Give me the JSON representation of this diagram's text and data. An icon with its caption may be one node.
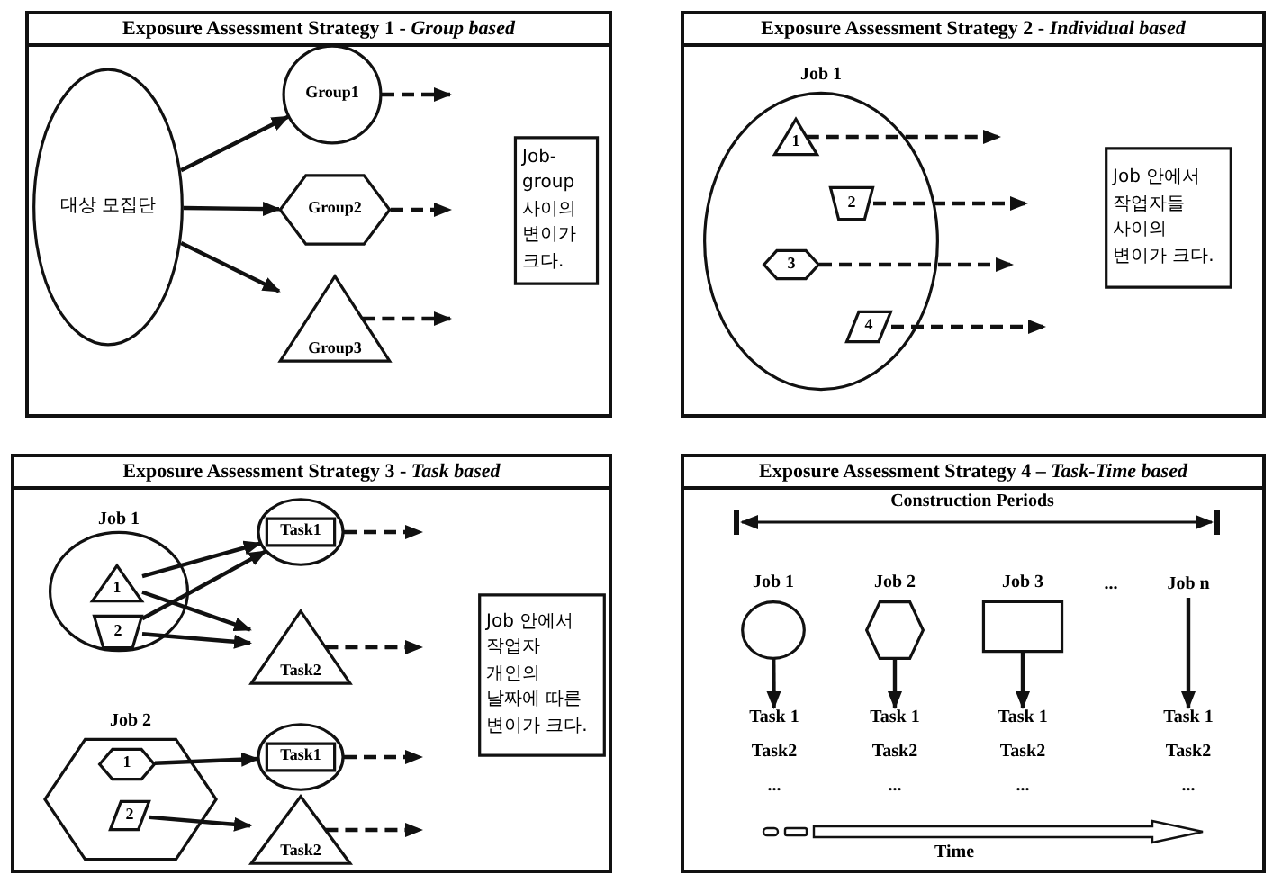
{
  "diagram": {
    "nodes": [
      {
        "text": [
          "Exposure Assessment Strategy 1 - *Group based*"
        ]
      },
      {
        "text": [
          "대상 모집단"
        ],
        "in": 0
      },
      {
        "text": [
          "Group1"
        ],
        "in": 0
      },
      {
        "text": [
          "Group2"
        ],
        "in": 0
      },
      {
        "text": [
          "Group3"
        ],
        "in": 0
      },
      {
        "text": [
          "Job-group 사이의 변이가 크다."
        ],
        "in": 0
      },
      {
        "text": [
          "Exposure Assessment Strategy 2 - *Individual based*"
        ]
      },
      {
        "text": [
          "Job 1"
        ],
        "in": 6
      },
      {
        "text": [
          "1"
        ],
        "in": 7
      },
      {
        "text": [
          "2"
        ],
        "in": 7
      },
      {
        "text": [
          "3"
        ],
        "in": 7
      },
      {
        "text": [
          "4"
        ],
        "in": 7
      },
      {
        "text": [
          "Job 안에서 작업자들 사이의 변이가 크다."
        ],
        "in": 6
      },
      {
        "text": [
          "Exposure Assessment Strategy 3 - *Task based*"
        ]
      },
      {
        "text": [
          "Job 1"
        ],
        "in": 13
      },
      {
        "text": [
          "1"
        ],
        "in": 14
      },
      {
        "text": [
          "2"
        ],
        "in": 14
      },
      {
        "text": [],
        "shape": "circle",
        "in": 13
      },
      {
        "text": [
          "Task1"
        ],
        "in": 17
      },
      {
        "text": [
          "Task2"
        ],
        "in": 13
      },
      {
        "text": [
          "Job 2"
        ],
        "in": 13
      },
      {
        "text": [
          "1"
        ],
        "in": 20
      },
      {
        "text": [
          "2"
        ],
        "in": 20
      },
      {
        "text": [],
        "shape": "circle",
        "in": 13
      },
      {
        "text": [
          "Task1"
        ],
        "in": 23
      },
      {
        "text": [
          "Task2"
        ],
        "in": 13
      },
      {
        "text": [
          "Job 안에서 작업자 개인의 날짜에 따른 변이가 크다."
        ],
        "in": 13
      },
      {
        "text": [
          "Exposure Assessment Strategy 4 – *Task-Time based*"
        ]
      },
      {
        "text": [
          "Job 1"
        ],
        "in": 27
      },
      {
        "text": [
          "Job 2"
        ],
        "in": 27
      },
      {
        "text": [
          "Job 3"
        ],
        "in": 27
      },
      {
        "text": [
          "Job n"
        ],
        "in": 27
      },
      {
        "text": [
          "Task 1",
          "Task2",
          "..."
        ],
        "in": 27
      },
      {
        "text": [
          "Task 1",
          "Task2",
          "..."
        ],
        "in": 27
      },
      {
        "text": [
          "Task 1",
          "Task2",
          "..."
        ],
        "in": 27
      },
      {
        "text": [
          "Task 1",
          "Task2",
          "..."
        ],
        "in": 27
      }
    ],
    "edges": [
      {
        "from": 1,
        "to": 2,
        "arrow": "to"
      },
      {
        "from": 1,
        "to": 3,
        "arrow": "to"
      },
      {
        "from": 1,
        "to": 4,
        "arrow": "to"
      },
      {
        "from": 2,
        "to": null,
        "arrow": "to",
        "style": "dashed"
      },
      {
        "from": 3,
        "to": null,
        "arrow": "to",
        "style": "dashed"
      },
      {
        "from": 4,
        "to": null,
        "arrow": "to",
        "style": "dashed"
      },
      {
        "from": 8,
        "to": null,
        "arrow": "to",
        "style": "dashed"
      },
      {
        "from": 9,
        "to": null,
        "arrow": "to",
        "style": "dashed"
      },
      {
        "from": 10,
        "to": null,
        "arrow": "to",
        "style": "dashed"
      },
      {
        "from": 11,
        "to": null,
        "arrow": "to",
        "style": "dashed"
      },
      {
        "from": 15,
        "to": 17,
        "arrow": "to"
      },
      {
        "from": 15,
        "to": 19,
        "arrow": "to"
      },
      {
        "from": 16,
        "to": 17,
        "arrow": "to"
      },
      {
        "from": 16,
        "to": 19,
        "arrow": "to"
      },
      {
        "from": 21,
        "to": 23,
        "arrow": "to"
      },
      {
        "from": 22,
        "to": 25,
        "arrow": "to"
      },
      {
        "from": 17,
        "to": null,
        "arrow": "to",
        "style": "dashed"
      },
      {
        "from": 19,
        "to": null,
        "arrow": "to",
        "style": "dashed"
      },
      {
        "from": 23,
        "to": null,
        "arrow": "to",
        "style": "dashed"
      },
      {
        "from": 25,
        "to": null,
        "arrow": "to",
        "style": "dashed"
      },
      {
        "from": 28,
        "to": 32,
        "arrow": "to"
      },
      {
        "from": 29,
        "to": 33,
        "arrow": "to"
      },
      {
        "from": 30,
        "to": 34,
        "arrow": "to"
      },
      {
        "from": 31,
        "to": 35,
        "arrow": "to"
      }
    ],
    "labels": [
      "Construction Periods",
      "...",
      "Time"
    ]
  }
}
